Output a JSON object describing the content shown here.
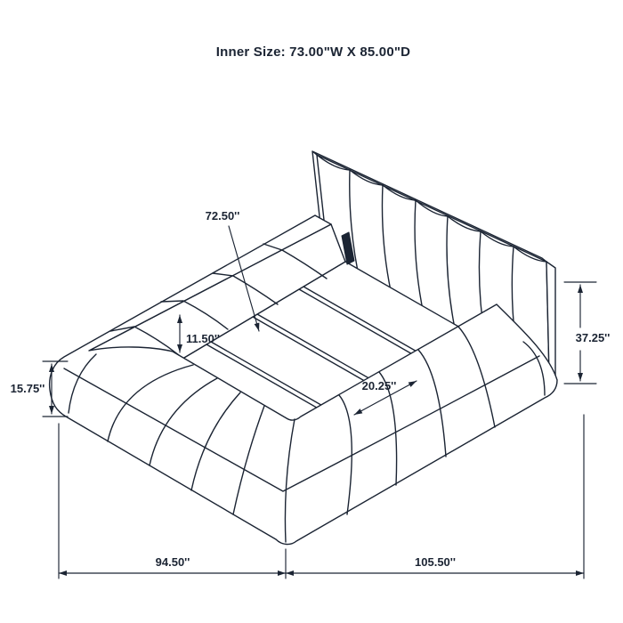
{
  "colors": {
    "ink": "#1b2433",
    "background": "#ffffff"
  },
  "title": "Inner Size: 73.00\"W X 85.00\"D",
  "dimensions": {
    "deck_length": "72.50''",
    "inner_rail_height": "11.50''",
    "rail_width": "20.25''",
    "base_height": "15.75''",
    "headboard_height": "37.25''",
    "footprint_width": "94.50''",
    "footprint_depth": "105.50''"
  }
}
